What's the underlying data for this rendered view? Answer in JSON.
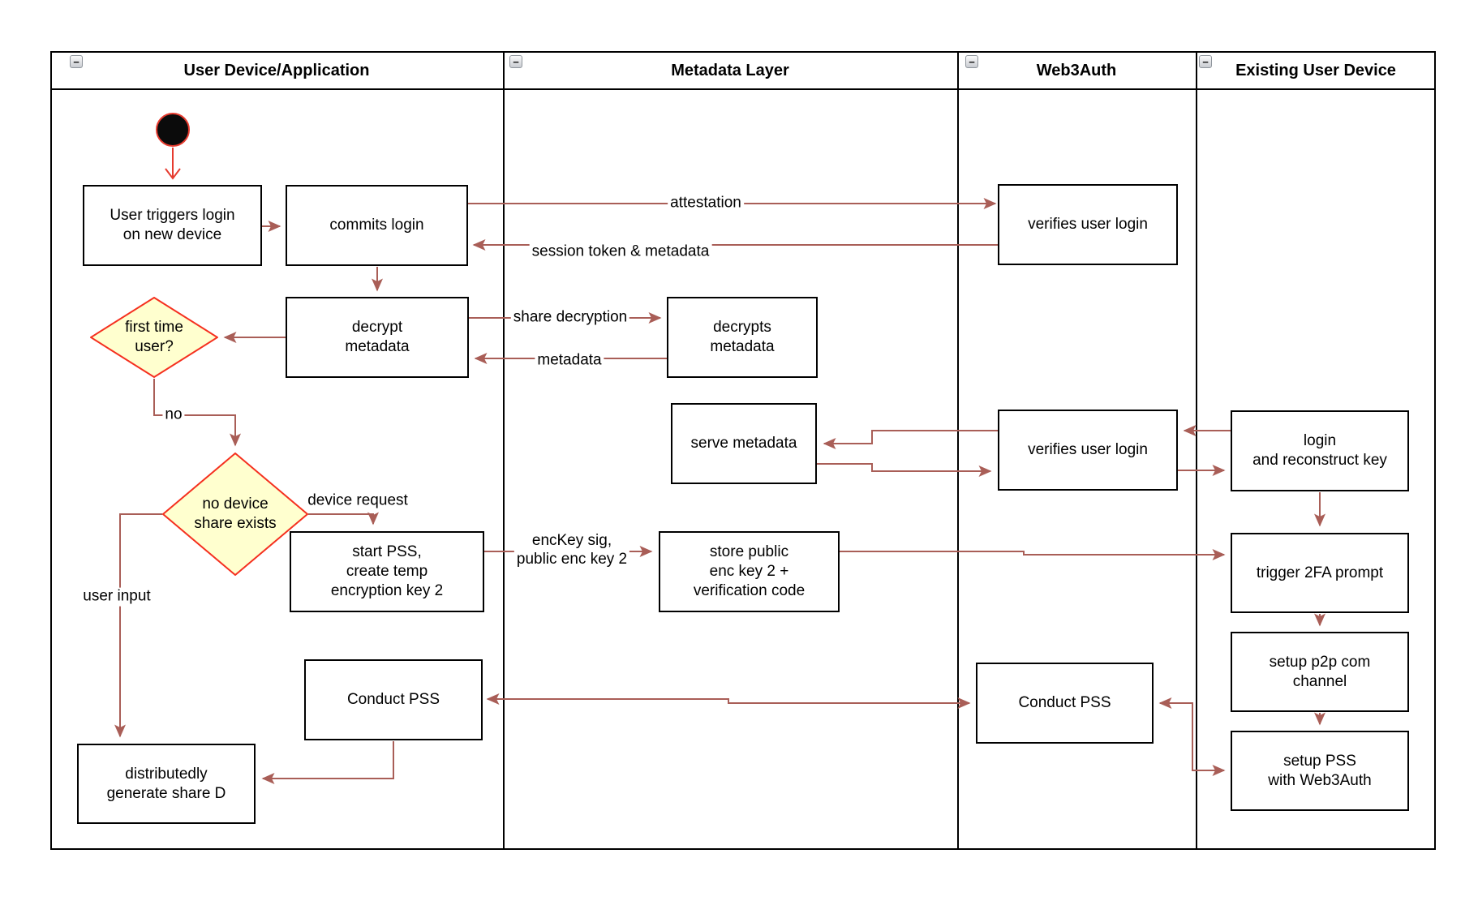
{
  "diagram_title": "Web3Auth new-device login swimlane flow",
  "colors": {
    "connector_red": "#a95e57",
    "bright_red": "#e8392b",
    "decision_fill": "#ffffcf",
    "decision_stroke": "#f5301f",
    "shape_border": "#000000",
    "lane_border": "#000000",
    "background": "#ffffff"
  },
  "icons": {
    "collapse": "−"
  },
  "lanes": [
    {
      "label": "User Device/Application"
    },
    {
      "label": "Metadata Layer"
    },
    {
      "label": "Web3Auth"
    },
    {
      "label": "Existing User Device"
    }
  ],
  "nodes": {
    "start": {
      "type": "initial-state"
    },
    "user_triggers": {
      "label": "User triggers login\non new device"
    },
    "commits_login": {
      "label": "commits login"
    },
    "verifies_login_top": {
      "label": "verifies user login"
    },
    "decrypt_metadata": {
      "label": "decrypt\nmetadata"
    },
    "decrypts_metadata": {
      "label": "decrypts\nmetadata"
    },
    "first_time_user": {
      "label": "first time\nuser?"
    },
    "no_device_share": {
      "label": "no device\nshare exists"
    },
    "start_pss": {
      "label": "start PSS,\ncreate temp\nencryption key 2"
    },
    "store_public_key": {
      "label": "store public\nenc key 2 +\nverification code"
    },
    "serve_metadata": {
      "label": "serve metadata"
    },
    "verifies_login_mid": {
      "label": "verifies user login"
    },
    "login_reconstruct": {
      "label": "login\nand reconstruct key"
    },
    "trigger_2fa": {
      "label": "trigger 2FA prompt"
    },
    "setup_p2p": {
      "label": "setup p2p com\nchannel"
    },
    "setup_pss": {
      "label": "setup PSS\nwith Web3Auth"
    },
    "conduct_pss_left": {
      "label": "Conduct PSS"
    },
    "conduct_pss_web3auth": {
      "label": "Conduct PSS"
    },
    "distributed_share": {
      "label": "distributedly\ngenerate share D"
    }
  },
  "edge_labels": {
    "attestation": "attestation",
    "session_token": "session token & metadata",
    "share_decryption": "share decryption",
    "metadata": "metadata",
    "no": "no",
    "device_request": "device request",
    "user_input": "user input",
    "enc_key": "encKey sig,\npublic enc key 2"
  }
}
